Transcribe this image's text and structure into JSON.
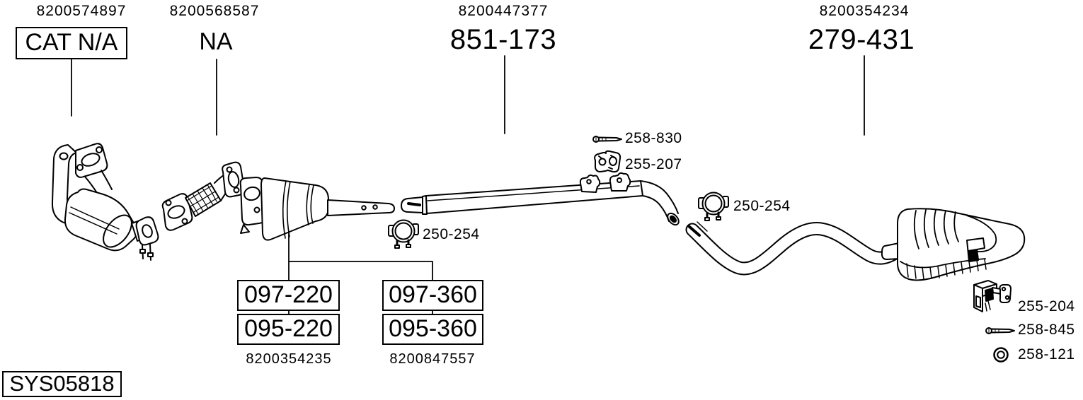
{
  "page": {
    "background": "#ffffff",
    "ink": "#000000"
  },
  "diagram": {
    "system_code": "SYS05818",
    "sections": [
      {
        "ref": "8200574897",
        "label": "CAT N/A",
        "boxed": true,
        "part": "front-catalytic-converter"
      },
      {
        "ref": "8200568587",
        "label": "NA",
        "boxed": false,
        "part": "flex-pipe"
      },
      {
        "ref": "8200447377",
        "label": "851-173",
        "boxed": false,
        "part": "center-pipe"
      },
      {
        "ref": "8200354234",
        "label": "279-431",
        "boxed": false,
        "part": "rear-silencer"
      }
    ],
    "center_silencer_options": {
      "left": {
        "codes": [
          "097-220",
          "095-220"
        ],
        "ref": "8200354235"
      },
      "right": {
        "codes": [
          "097-360",
          "095-360"
        ],
        "ref": "8200847557"
      }
    },
    "mounting_parts": [
      {
        "code": "258-830",
        "icon": "bolt-icon"
      },
      {
        "code": "255-207",
        "icon": "rubber-mount-icon"
      },
      {
        "code": "250-254",
        "icon": "pipe-clamp-icon"
      },
      {
        "code": "250-254",
        "icon": "pipe-clamp-icon"
      },
      {
        "code": "255-204",
        "icon": "exhaust-hanger-icon"
      },
      {
        "code": "258-845",
        "icon": "bolt-icon"
      },
      {
        "code": "258-121",
        "icon": "ring-gasket-icon"
      }
    ]
  }
}
